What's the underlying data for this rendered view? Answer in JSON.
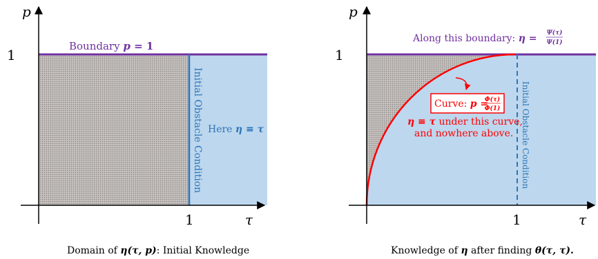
{
  "left": {
    "axis_y_label": "p",
    "axis_x_label": "τ",
    "tick_y": "1",
    "tick_x": "1",
    "boundary_text": "Boundary",
    "boundary_eq_var": "p",
    "boundary_eq_rest": " = 1",
    "vertical_label": "Initial Obstacle Condition",
    "here_text": "Here ",
    "here_eq": "η ≡ τ",
    "caption_pre": "Domain of ",
    "caption_fn": "η(τ, p)",
    "caption_post": ": Initial Knowledge"
  },
  "right": {
    "axis_y_label": "p",
    "axis_x_label": "τ",
    "tick_y": "1",
    "tick_x": "1",
    "along_text": "Along this boundary: ",
    "along_eq": "η =",
    "along_num": "Ψ(τ)",
    "along_den": "Ψ(1)",
    "vertical_label": "Initial Obstacle Condition",
    "curve_box_text": "Curve: ",
    "curve_eq": "p =",
    "curve_num": "Φ(τ)",
    "curve_den": "Φ(1)",
    "note_line1_eq": "η ≡ τ",
    "note_line1_rest": " under this curve,",
    "note_line2": "and nowhere above.",
    "caption_pre": "Knowledge of ",
    "caption_eta": "η",
    "caption_mid": " after finding ",
    "caption_fn": "θ(τ, τ)",
    "caption_post": "."
  },
  "colors": {
    "hatch_gray": "#b3adab",
    "light_blue": "#bdd7ee",
    "purple": "#7030a0",
    "blue": "#2e75b6",
    "red": "#ff0000",
    "axis": "#000000"
  }
}
